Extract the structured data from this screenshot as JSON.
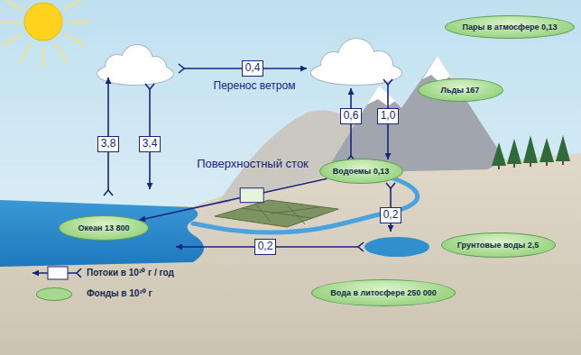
{
  "diagram": {
    "nodes": [
      {
        "text": [
          "Пары в атмосфере 0,13"
        ]
      },
      {
        "text": [
          "Льды 167"
        ]
      },
      {
        "text": [
          "Водоемы 0,13"
        ]
      },
      {
        "text": [
          "Океан 13 800"
        ]
      },
      {
        "text": [
          "Грунтовые воды 2,5"
        ]
      },
      {
        "text": [
          "Вода в литосфере 250 000"
        ]
      }
    ],
    "edges": [
      {
        "from": 2,
        "to": 3,
        "arrow": "to"
      }
    ],
    "labels": [
      "0,4",
      "Перенос ветром",
      "0,6",
      "1,0",
      "3,8",
      "3,4",
      "Поверхностный сток",
      "0,2",
      "0,2"
    ],
    "legend": [
      {
        "text": "Потоки в 10²⁰ г / год"
      },
      {
        "text": "Фонды в 10²⁰ г",
        "color": "#a6d98f"
      }
    ]
  }
}
